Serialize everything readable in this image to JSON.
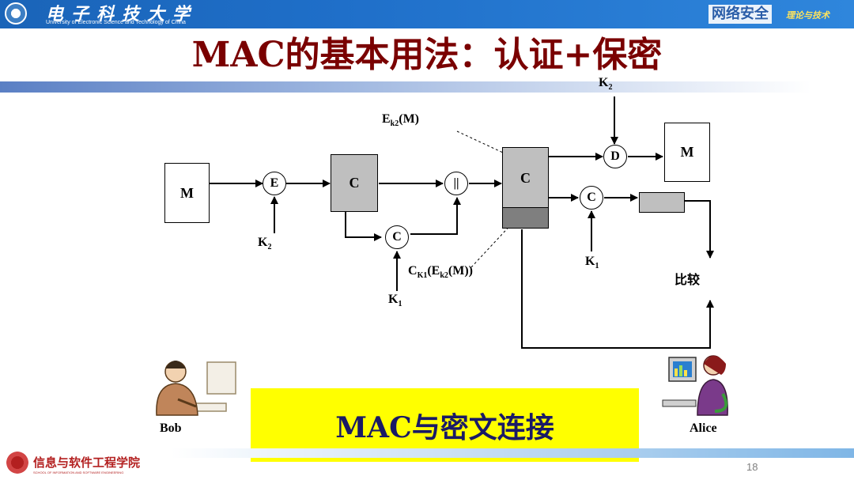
{
  "header": {
    "university_cn": "电子科技大学",
    "university_en": "University of Electronic Science and Technology of China",
    "course_tag": "网络安全",
    "course_sub": "理论与技术"
  },
  "slide": {
    "title": "MAC的基本用法：认证+保密",
    "banner": "MAC与密文连接",
    "page_number": "18"
  },
  "footer": {
    "school_cn": "信息与软件工程学院",
    "school_en": "SCHOOL OF INFORMATION AND SOFTWARE ENGINEERING"
  },
  "diagram": {
    "sender_message": "M",
    "encrypt_op": "E",
    "key_k2": "K",
    "key_k2_sub": "2",
    "ciphertext": "C",
    "mac_op": "C",
    "key_k1": "K",
    "key_k1_sub": "1",
    "concat_op": "||",
    "mac_label_a": "C",
    "mac_label_a_sub": "K1",
    "mac_label_b": "(E",
    "mac_label_b_sub": "k2",
    "mac_label_c": "(M))",
    "enc_label_a": "E",
    "enc_label_a_sub": "k2",
    "enc_label_b": "(M)",
    "received_block": "C",
    "decrypt_op": "D",
    "receiver_message": "M",
    "receiver_mac_op": "C",
    "compare": "比较"
  },
  "people": {
    "sender": "Bob",
    "receiver": "Alice"
  },
  "colors": {
    "header_blue": "#1f6fc9",
    "title_red": "#7a0000",
    "banner_yellow": "#ffff00",
    "box_gray": "#bfbfbf",
    "box_dark": "#7f7f7f"
  }
}
